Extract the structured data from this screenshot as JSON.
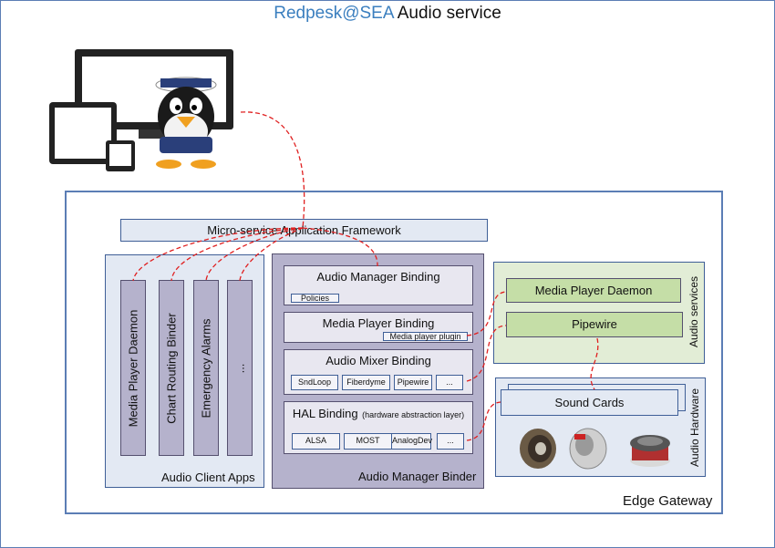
{
  "title": {
    "highlight": "Redpesk@SEA",
    "rest": "Audio service"
  },
  "framework": "Micro-service Application Framework",
  "edge_gateway": "Edge Gateway",
  "client_apps": {
    "label": "Audio Client Apps",
    "items": [
      "Media Player Daemon",
      "Chart Routing Binder",
      "Emergency Alarms",
      "..."
    ]
  },
  "manager_binder": {
    "label": "Audio Manager Binder",
    "audio_manager": {
      "label": "Audio Manager Binding",
      "chip": "Policies"
    },
    "media_player": {
      "label": "Media Player Binding",
      "chip": "Media player plugin"
    },
    "mixer": {
      "label": "Audio Mixer Binding",
      "chips": [
        "SndLoop",
        "Fiberdyme",
        "Pipewire",
        "..."
      ]
    },
    "hal": {
      "label": "HAL Binding",
      "note": "(hardware abstraction layer)",
      "chips": [
        "ALSA",
        "MOST",
        "AnalogDev",
        "..."
      ]
    }
  },
  "audio_services": {
    "label": "Audio services",
    "items": [
      "Media Player Daemon",
      "Pipewire"
    ]
  },
  "audio_hardware": {
    "label": "Audio Hardware",
    "sound_cards": "Sound Cards"
  },
  "colors": {
    "accent": "#3b7fbf",
    "connector": "#e02020",
    "purple": "#b5b2cc",
    "green": "#c5dea7"
  }
}
